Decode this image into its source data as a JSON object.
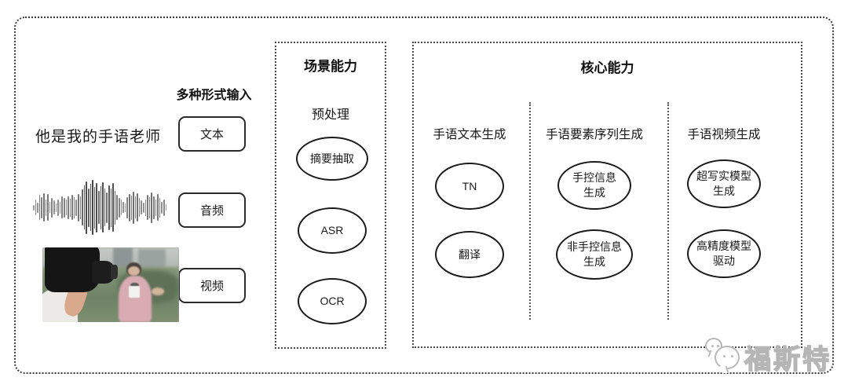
{
  "colors": {
    "stroke": "#1b1b1b",
    "dotted_border": "#3a3a3a",
    "watermark_grey": "#b5b5b5"
  },
  "input_section": {
    "title": "多种形式输入",
    "sample_text": "他是我的手语老师",
    "items": [
      {
        "label": "文本"
      },
      {
        "label": "音频"
      },
      {
        "label": "视频"
      }
    ]
  },
  "scene_box": {
    "title": "场景能力",
    "subtitle": "预处理",
    "nodes": [
      "摘要抽取",
      "ASR",
      "OCR"
    ]
  },
  "core_box": {
    "title": "核心能力",
    "columns": [
      {
        "header": "手语文本生成",
        "nodes": [
          "TN",
          "翻译"
        ]
      },
      {
        "header": "手语要素序列生成",
        "nodes": [
          "手控信息\n生成",
          "非手控信息\n生成"
        ]
      },
      {
        "header": "手语视频生成",
        "nodes": [
          "超写实模型\n生成",
          "高精度模型\n驱动"
        ]
      }
    ]
  },
  "watermark": {
    "text": "福斯特"
  },
  "waveform": {
    "bars": [
      0.1,
      0.28,
      0.18,
      0.45,
      0.38,
      0.52,
      0.3,
      0.48,
      0.2,
      0.36,
      0.25,
      0.15,
      0.3,
      0.22,
      0.4,
      0.35,
      0.28,
      0.42,
      0.33,
      0.45,
      0.38,
      0.3,
      0.5,
      0.42,
      0.65,
      0.8,
      0.95,
      0.7,
      0.85,
      1.0,
      0.75,
      0.9,
      0.6,
      0.78,
      0.92,
      0.68,
      0.55,
      0.82,
      0.7,
      0.88,
      0.62,
      0.45,
      0.35,
      0.28,
      0.2,
      0.15,
      0.38,
      0.5,
      0.44,
      0.58,
      0.4,
      0.52,
      0.34,
      0.26,
      0.18,
      0.3,
      0.45,
      0.38,
      0.55,
      0.42,
      0.3,
      0.48,
      0.36,
      0.22,
      0.3,
      0.12
    ]
  }
}
